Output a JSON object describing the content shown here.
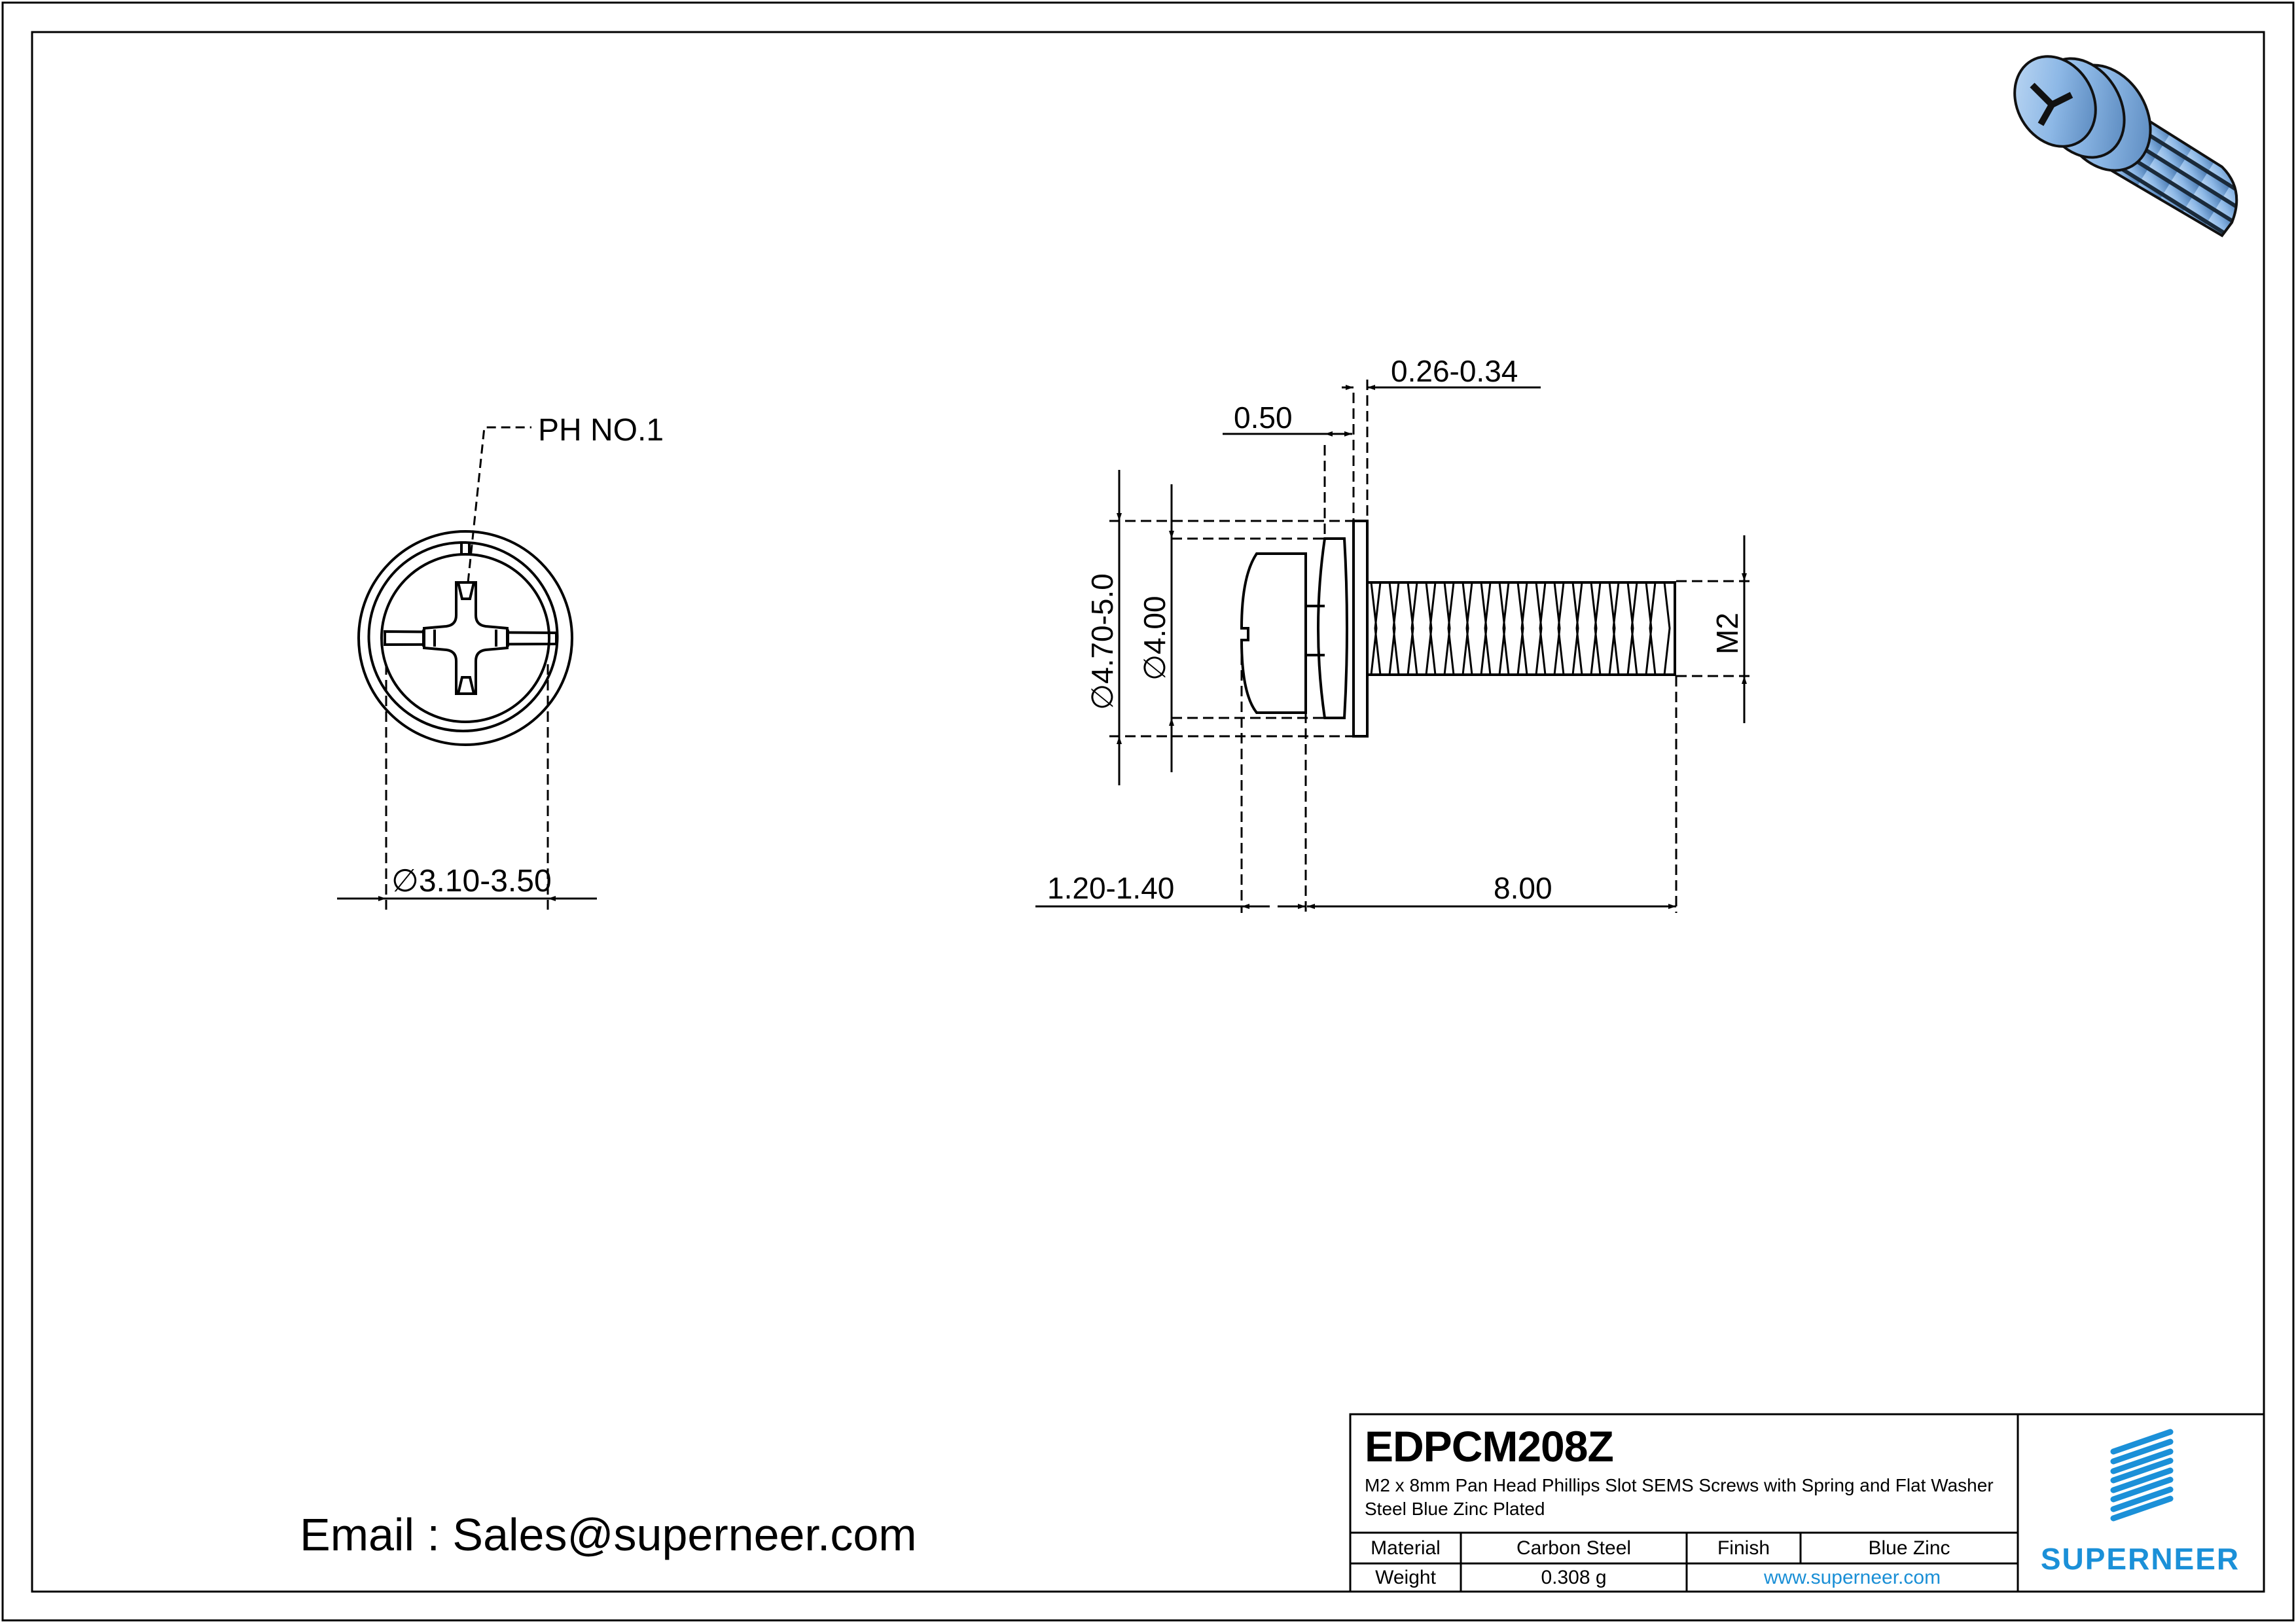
{
  "drawing": {
    "part_number": "EDPCM208Z",
    "description": "M2 x 8mm Pan Head Phillips Slot  SEMS Screws with Spring and Flat Washer Steel Blue Zinc Plated",
    "title_block": {
      "material_label": "Material",
      "material_value": "Carbon Steel",
      "finish_label": "Finish",
      "finish_value": "Blue Zinc",
      "weight_label": "Weight",
      "weight_value": "0.308 g",
      "website": "www.superneer.com"
    },
    "brand": {
      "name": "SUPERNEER",
      "color": "#1b90d8"
    },
    "email_line": "Email : Sales@superneer.com"
  },
  "top_view": {
    "drive_callout": "PH NO.1",
    "recess_diameter": "∅3.10-3.50"
  },
  "side_view": {
    "flat_washer_thickness": "0.26-0.34",
    "spring_washer_thickness": "0.50",
    "flat_washer_diameter": "∅4.70-5.0",
    "head_diameter": "∅4.00",
    "thread_size": "M2",
    "head_height": "1.20-1.40",
    "length": "8.00"
  },
  "iso_view": {
    "description": "3D rendered blue zinc SEMS screw",
    "color": "#8db8e6"
  }
}
